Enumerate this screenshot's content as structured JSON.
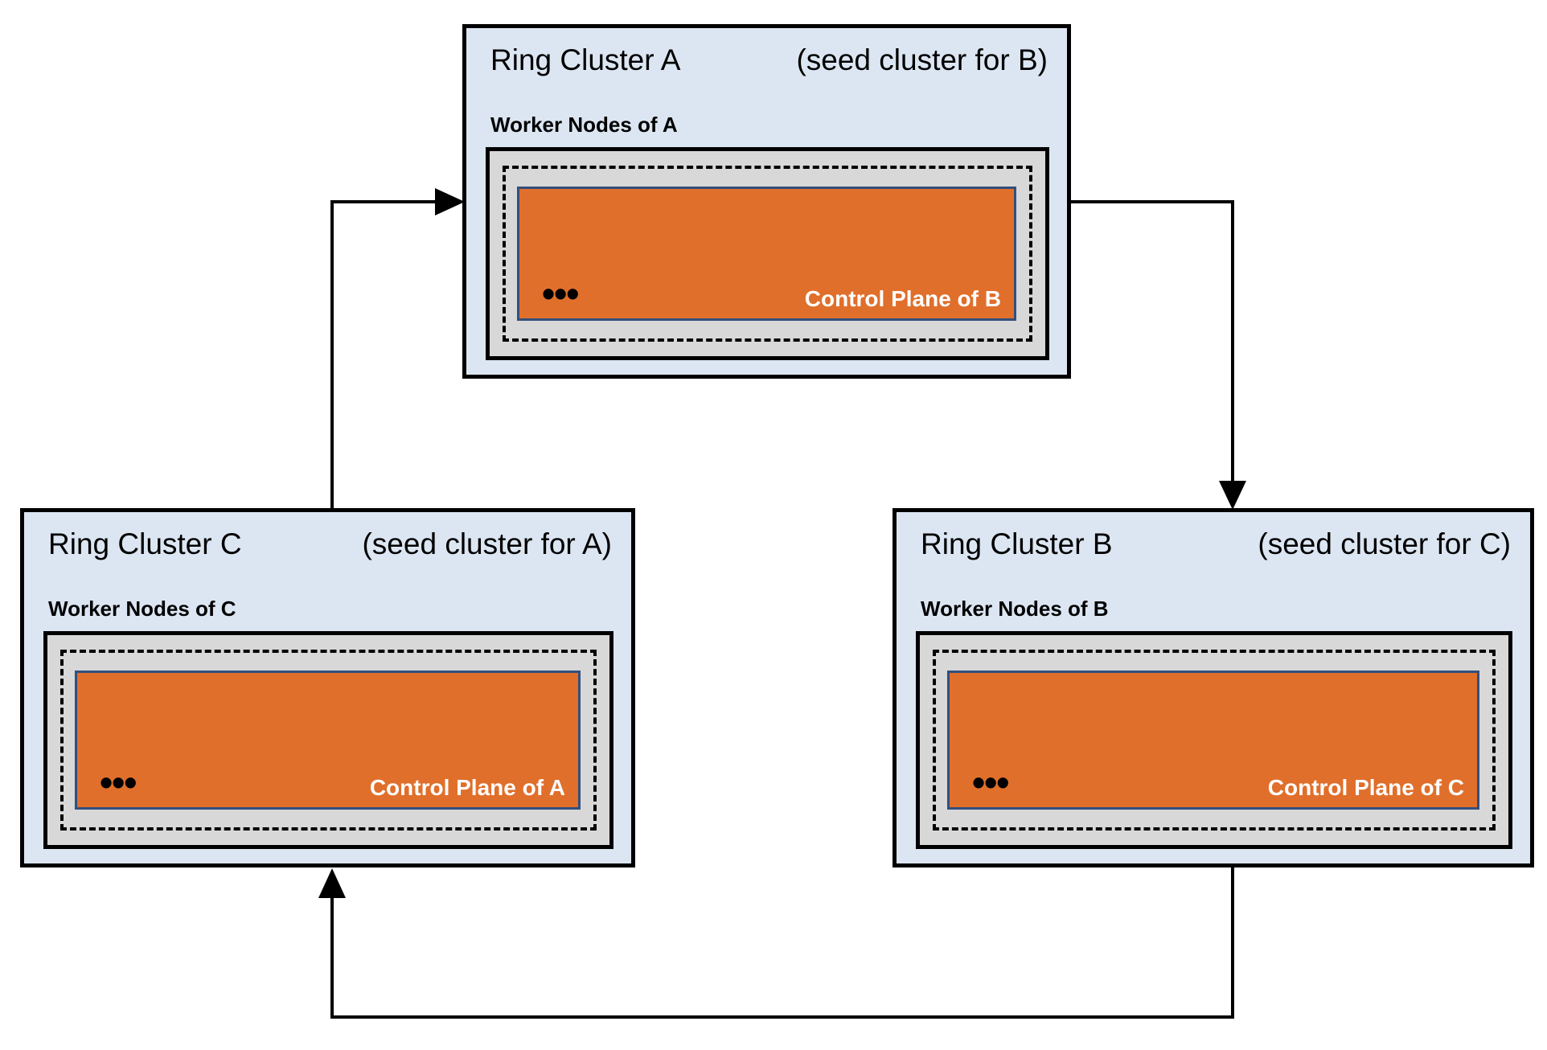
{
  "diagram": {
    "clusters": [
      {
        "id": "a",
        "title": "Ring Cluster A",
        "subtitle": "(seed cluster for B)",
        "worker_label": "Worker Nodes of A",
        "dots": "•••",
        "control_plane_label": "Control Plane of B"
      },
      {
        "id": "c",
        "title": "Ring Cluster C",
        "subtitle": "(seed cluster for A)",
        "worker_label": "Worker Nodes of C",
        "dots": "•••",
        "control_plane_label": "Control Plane of A"
      },
      {
        "id": "b",
        "title": "Ring Cluster B",
        "subtitle": "(seed cluster for C)",
        "worker_label": "Worker Nodes of B",
        "dots": "•••",
        "control_plane_label": "Control Plane of C"
      }
    ],
    "edges": [
      {
        "from": "Ring Cluster C",
        "to": "Ring Cluster A"
      },
      {
        "from": "Ring Cluster A",
        "to": "Ring Cluster B"
      },
      {
        "from": "Ring Cluster B",
        "to": "Ring Cluster C"
      }
    ]
  },
  "colors": {
    "cluster_bg": "#dce6f2",
    "node_bg": "#d8d8d8",
    "control_plane_bg": "#e06f2b",
    "control_plane_border": "#334f7d",
    "line_color": "#000000",
    "control_plane_text": "#ffffff",
    "text_color": "#000000"
  }
}
